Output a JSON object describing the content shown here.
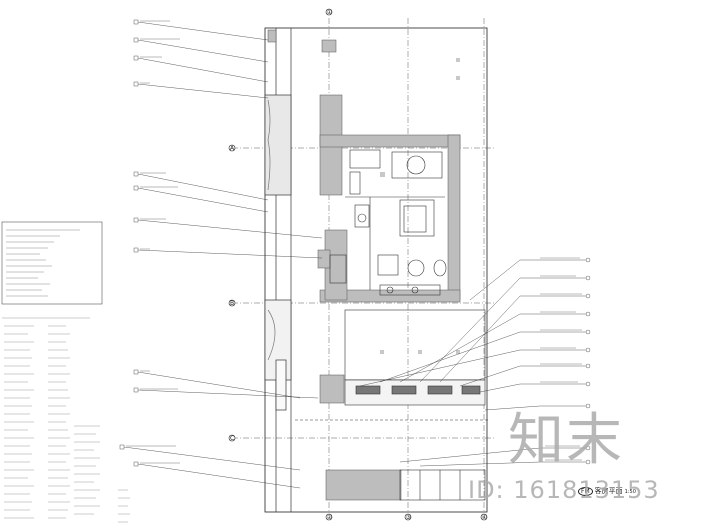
{
  "drawing": {
    "axis_labels": [
      "①",
      "②",
      "③",
      "④",
      "A",
      "B",
      "C"
    ],
    "scale_marker": {
      "number": "FM",
      "title": "客房平面",
      "ratio": "1:50"
    },
    "colors": {
      "line": "#222222",
      "leader": "#333333",
      "fill_gray": "#bdbdbd",
      "wall": "#555555"
    }
  },
  "watermark": {
    "brand": "知末",
    "id": "ID: 161813153"
  }
}
